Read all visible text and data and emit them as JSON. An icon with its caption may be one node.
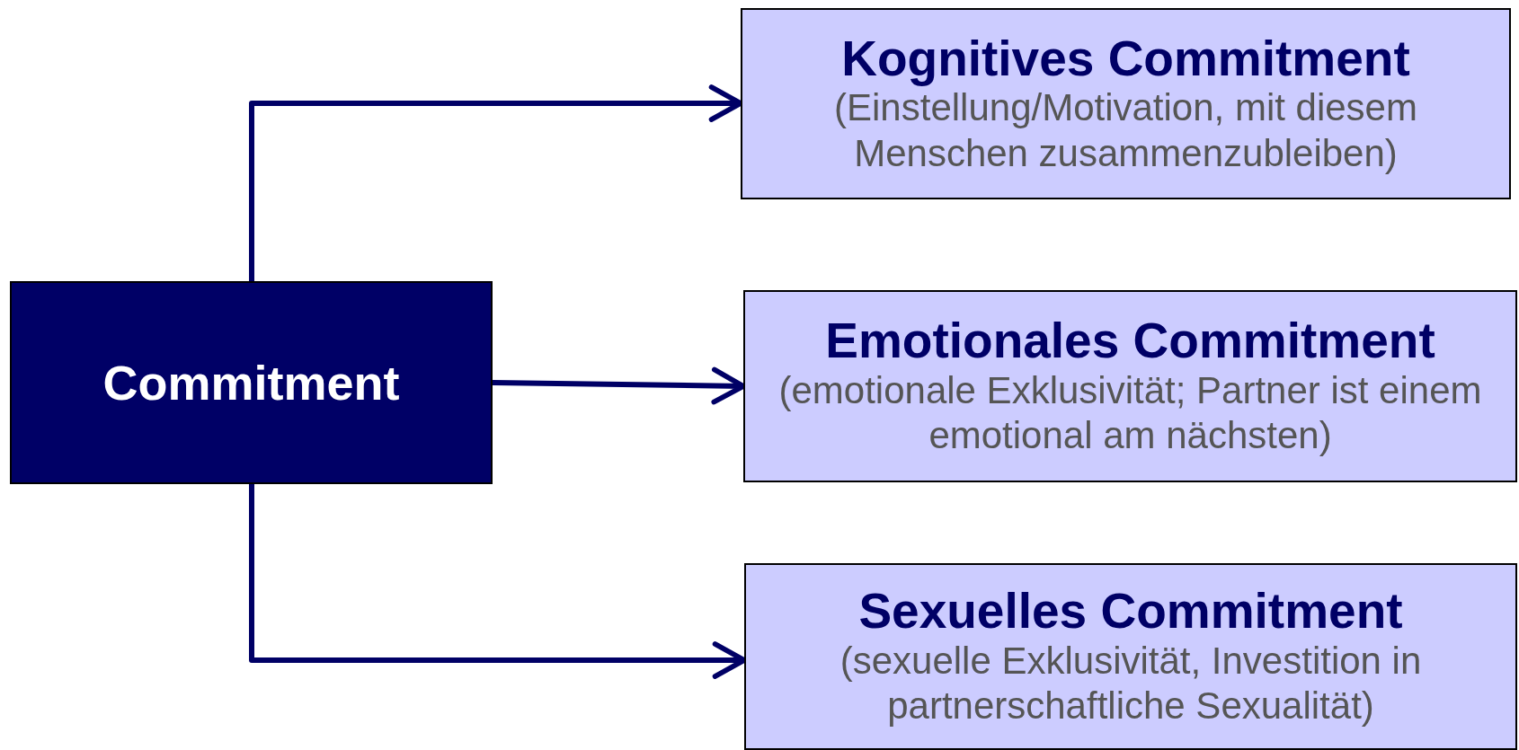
{
  "diagram": {
    "nodes": [
      {
        "text": [
          "Commitment"
        ]
      },
      {
        "text": [
          "Kognitives Commitment",
          "(Einstellung/Motivation, mit diesem Menschen zusammenzubleiben)"
        ]
      },
      {
        "text": [
          "Emotionales Commitment",
          "(emotionale Exklusivität; Partner ist einem emotional am nächsten)"
        ]
      },
      {
        "text": [
          "Sexuelles Commitment",
          "(sexuelle Exklusivität, Investition in partnerschaftliche Sexualität)"
        ]
      }
    ],
    "edges": [
      {
        "from": 0,
        "to": 1,
        "arrow": "to"
      },
      {
        "from": 0,
        "to": 2,
        "arrow": "to"
      },
      {
        "from": 0,
        "to": 3,
        "arrow": "to"
      }
    ]
  }
}
